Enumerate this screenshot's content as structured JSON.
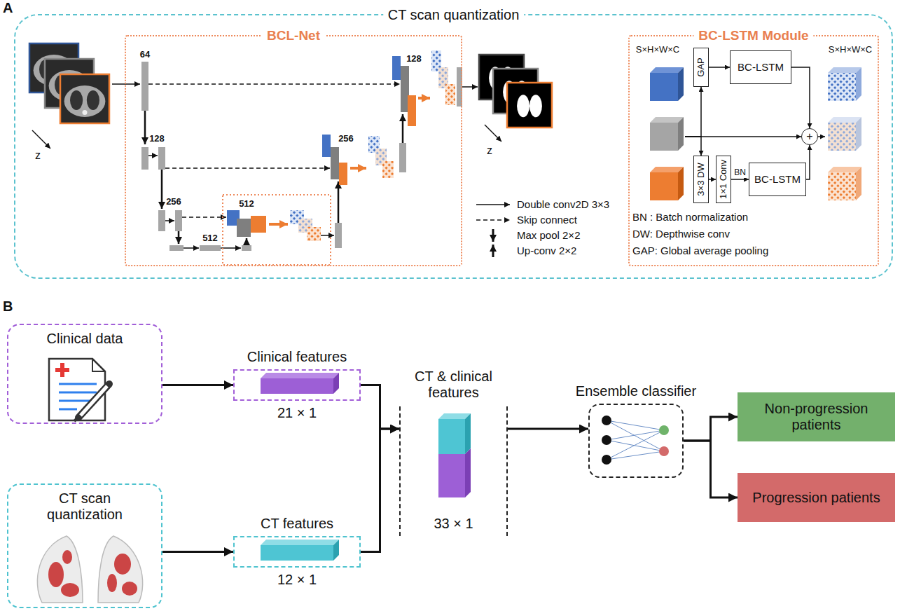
{
  "diagram": {
    "nodes": [
      {
        "text": [
          "CT scan quantization"
        ]
      },
      {
        "text": [
          "BCL-Net"
        ],
        "in": 0
      },
      {
        "text": [
          "BC-LSTM Module"
        ],
        "in": 0
      },
      {
        "text": [
          "S×H×W×C"
        ],
        "in": 2
      },
      {
        "text": [
          "GAP"
        ],
        "in": 2
      },
      {
        "text": [
          "BC-LSTM"
        ],
        "in": 2
      },
      {
        "text": [
          "3×3 DW"
        ],
        "in": 2
      },
      {
        "text": [
          "1×1 Conv"
        ],
        "in": 2
      },
      {
        "text": [
          "BC-LSTM"
        ],
        "in": 2
      },
      {
        "text": [
          "+"
        ],
        "in": 2
      },
      {
        "text": [
          "S×H×W×C"
        ],
        "in": 2
      },
      {
        "text": [
          "Clinical data"
        ]
      },
      {
        "text": [
          "Clinical features",
          "21 × 1"
        ]
      },
      {
        "text": [
          "CT scan quantization"
        ]
      },
      {
        "text": [
          "CT features",
          "12 × 1"
        ]
      },
      {
        "text": [
          "CT & clinical features",
          "33 × 1"
        ]
      },
      {
        "text": [
          "Ensemble classifier"
        ]
      },
      {
        "text": [
          "Non-progression patients"
        ]
      },
      {
        "text": [
          "Progression patients"
        ]
      }
    ],
    "edges": [
      {
        "from": 3,
        "to": 4,
        "arrow": "to"
      },
      {
        "from": 4,
        "to": 5,
        "arrow": "to"
      },
      {
        "from": 5,
        "to": 9,
        "arrow": "to"
      },
      {
        "from": 3,
        "to": 9,
        "arrow": "to"
      },
      {
        "from": 3,
        "to": 6,
        "arrow": "to"
      },
      {
        "from": 6,
        "to": 7,
        "arrow": "to"
      },
      {
        "from": 7,
        "to": 8,
        "label": "BN",
        "arrow": "to"
      },
      {
        "from": 8,
        "to": 9,
        "arrow": "to"
      },
      {
        "from": 9,
        "to": 10,
        "arrow": "to"
      },
      {
        "from": 11,
        "to": 12,
        "arrow": "to"
      },
      {
        "from": 13,
        "to": 14,
        "arrow": "to"
      },
      {
        "from": 12,
        "to": 15,
        "arrow": "to"
      },
      {
        "from": 14,
        "to": 15,
        "arrow": "to"
      },
      {
        "from": 15,
        "to": 16,
        "arrow": "to"
      },
      {
        "from": 16,
        "to": 17,
        "arrow": "to"
      },
      {
        "from": 16,
        "to": 18,
        "arrow": "to"
      }
    ],
    "labels": [
      "A",
      "64",
      "128",
      "256",
      "512",
      "512",
      "256",
      "128",
      "z",
      "z",
      "BN : Batch normalization",
      "DW: Depthwise conv",
      "GAP: Global average pooling",
      "B"
    ],
    "legend": [
      {
        "text": "Double conv2D 3×3"
      },
      {
        "text": "Skip connect"
      },
      {
        "text": "Max pool 2×2"
      },
      {
        "text": "Up-conv 2×2"
      }
    ]
  }
}
